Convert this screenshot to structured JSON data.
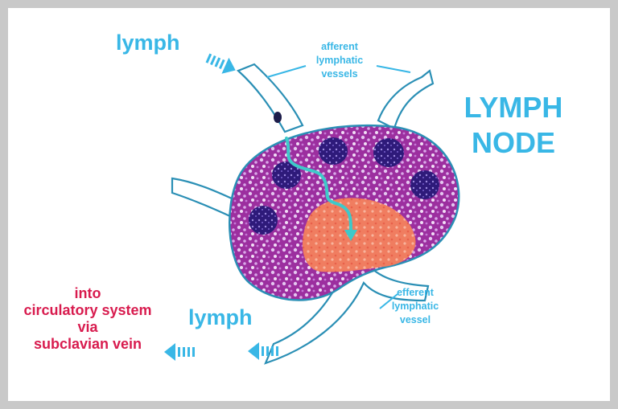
{
  "labels": {
    "lymph_in": "lymph",
    "lymph_out": "lymph",
    "title": [
      "LYMPH",
      "NODE"
    ],
    "afferent": [
      "afferent",
      "lymphatic",
      "vessels"
    ],
    "efferent": [
      "efferent",
      "lymphatic",
      "vessel"
    ],
    "destination": [
      "into",
      "circulatory system",
      "via",
      "subclavian vein"
    ]
  },
  "colors": {
    "accent": "#39b7e6",
    "destination_text": "#d81b4e",
    "vessel_outline": "#2a8fb5",
    "node_fill": "#a63aa8",
    "follicle": "#2e1a7a",
    "medulla": "#f0866a",
    "flow_arrow": "#3ec9c9"
  },
  "icons": [
    "flow-arrow-icon-in",
    "flow-arrow-icon-out-1",
    "flow-arrow-icon-out-2"
  ]
}
